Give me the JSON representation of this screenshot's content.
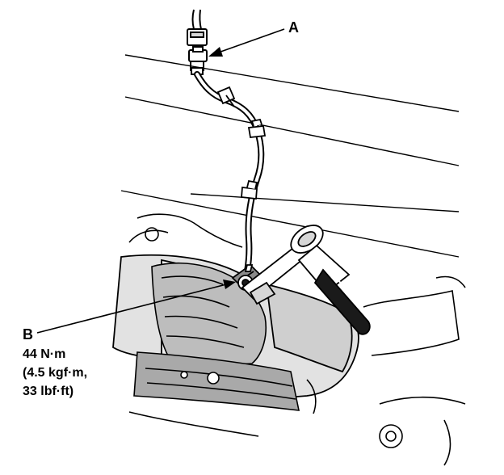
{
  "callouts": {
    "a": {
      "letter": "A"
    },
    "b": {
      "letter": "B",
      "torque_lines": [
        "44 N·m",
        "(4.5 kgf·m,",
        "33 lbf·ft)"
      ]
    }
  },
  "colors": {
    "line": "#000000",
    "fill_dark": "#1a1a1a",
    "fill_mid": "#8a8a8a",
    "fill_light": "#d6d6d6",
    "background": "#ffffff"
  }
}
